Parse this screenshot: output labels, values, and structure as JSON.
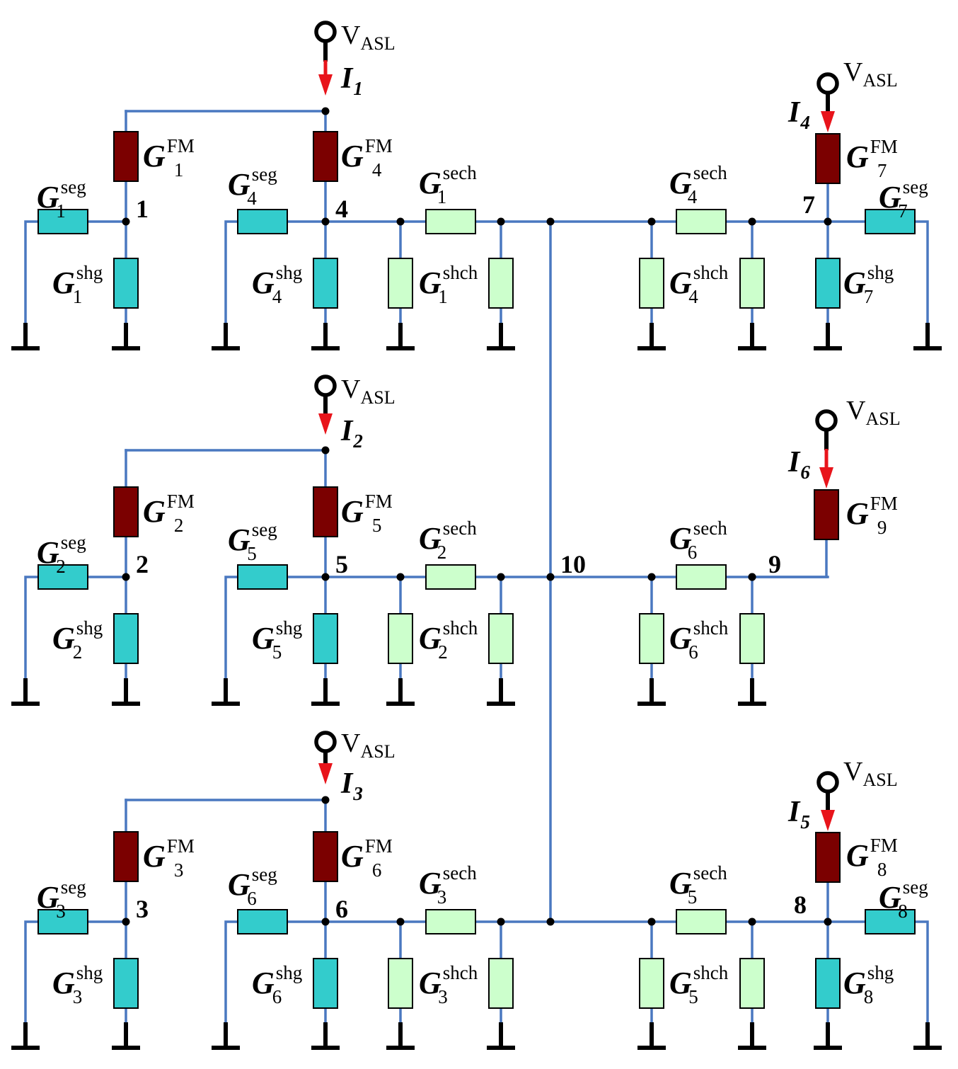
{
  "diagram": {
    "source_label": "V",
    "source_sub": "ASL",
    "nodes": [
      {
        "id": 1,
        "label": "1"
      },
      {
        "id": 2,
        "label": "2"
      },
      {
        "id": 3,
        "label": "3"
      },
      {
        "id": 4,
        "label": "4"
      },
      {
        "id": 5,
        "label": "5"
      },
      {
        "id": 6,
        "label": "6"
      },
      {
        "id": 7,
        "label": "7"
      },
      {
        "id": 8,
        "label": "8"
      },
      {
        "id": 9,
        "label": "9"
      },
      {
        "id": 10,
        "label": "10"
      }
    ],
    "currents": [
      {
        "name": "I",
        "sub": "1"
      },
      {
        "name": "I",
        "sub": "2"
      },
      {
        "name": "I",
        "sub": "3"
      },
      {
        "name": "I",
        "sub": "4"
      },
      {
        "name": "I",
        "sub": "5"
      },
      {
        "name": "I",
        "sub": "6"
      }
    ],
    "conductances": {
      "FM": [
        "1",
        "2",
        "3",
        "4",
        "5",
        "6",
        "7",
        "8",
        "9"
      ],
      "seg": [
        "1",
        "2",
        "3",
        "4",
        "5",
        "6",
        "7",
        "8"
      ],
      "shg": [
        "1",
        "2",
        "3",
        "4",
        "5",
        "6",
        "7",
        "8"
      ],
      "sech": [
        "1",
        "2",
        "3",
        "4",
        "5",
        "6"
      ],
      "shch": [
        "1",
        "2",
        "3",
        "4",
        "5",
        "6"
      ]
    },
    "symbol": "G",
    "colors": {
      "wire": "#4a78c0",
      "fm_resistor": "#7b0000",
      "ground_resistor": "#33cccc",
      "channel_resistor": "#ccffcc",
      "current_arrow": "#e8141b"
    }
  }
}
